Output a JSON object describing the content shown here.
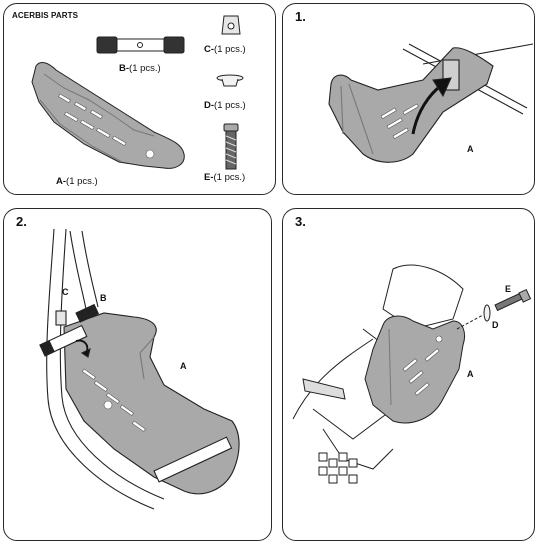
{
  "parts_panel": {
    "title": "ACERBIS PARTS",
    "parts": [
      {
        "letter": "A-",
        "qty": "(1 pcs.)"
      },
      {
        "letter": "B-",
        "qty": "(1 pcs.)"
      },
      {
        "letter": "C-",
        "qty": "(1 pcs.)"
      },
      {
        "letter": "D-",
        "qty": "(1 pcs.)"
      },
      {
        "letter": "E-",
        "qty": "(1 pcs.)"
      }
    ]
  },
  "step1": {
    "title": "1.",
    "callouts": [
      "A"
    ]
  },
  "step2": {
    "title": "2.",
    "callouts": [
      "C",
      "B",
      "A"
    ]
  },
  "step3": {
    "title": "3.",
    "callouts": [
      "E",
      "D",
      "A"
    ]
  },
  "colors": {
    "plate_fill": "#a9a9a9",
    "plate_dark": "#8a8a8a",
    "line": "#222222"
  }
}
